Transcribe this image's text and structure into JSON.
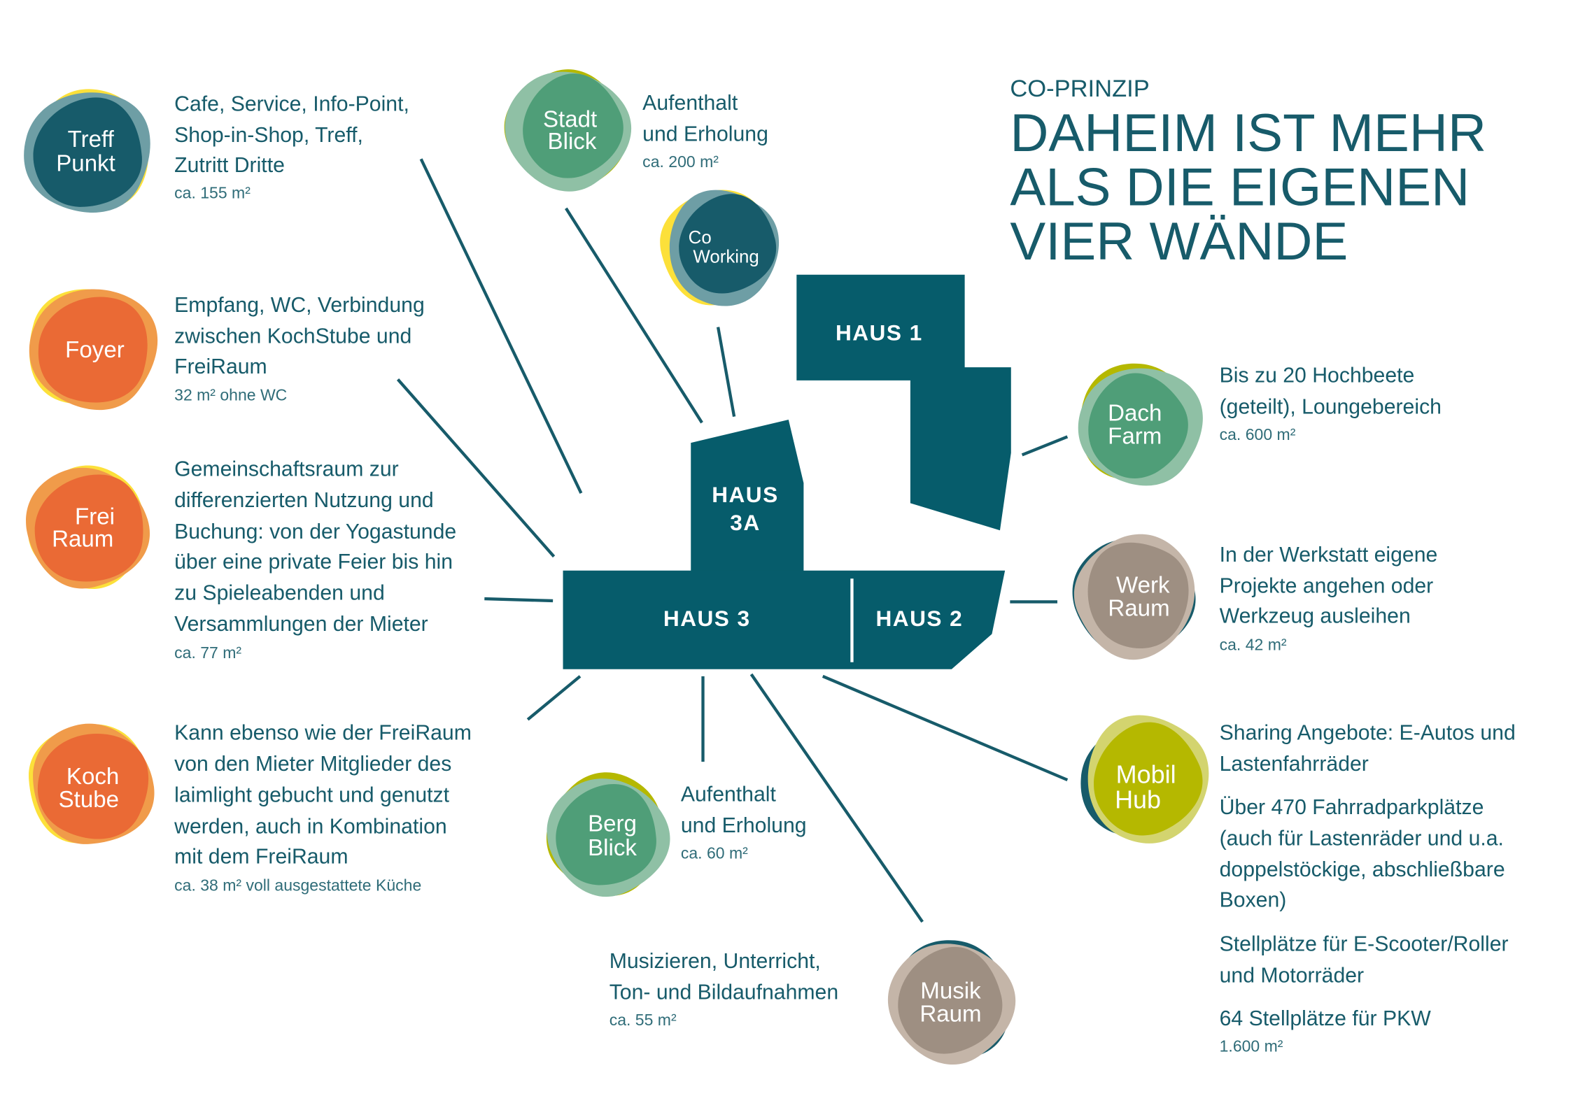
{
  "header": {
    "kicker": "CO-PRINZIP",
    "title_lines": [
      "DAHEIM IST MEHR",
      "ALS DIE EIGENEN",
      "VIER WÄNDE"
    ]
  },
  "colors": {
    "text": "#175b6a",
    "dark_teal": "#175b6a",
    "grey_teal": "#6e9ea5",
    "yellow": "#fce03a",
    "orange": "#ea6a35",
    "light_orange": "#f09b4a",
    "olive": "#b5b800",
    "light_olive": "#d3d46f",
    "green": "#4f9e78",
    "light_green": "#8fc0a5",
    "taupe": "#9e8f82",
    "light_taupe": "#c4b5a8"
  },
  "buildings": {
    "haus1": "HAUS 1",
    "haus3a": [
      "HAUS",
      "3A"
    ],
    "haus3": "HAUS 3",
    "haus2": "HAUS 2"
  },
  "bubbles": {
    "treffpunkt": {
      "label": [
        "Treff",
        "Punkt"
      ],
      "desc": [
        "Cafe, Service, Info-Point,",
        "Shop-in-Shop, Treff,",
        "Zutritt Dritte"
      ],
      "area": "ca. 155 m²"
    },
    "foyer": {
      "label": [
        "Foyer"
      ],
      "desc": [
        "Empfang, WC, Verbindung",
        "zwischen KochStube und",
        "FreiRaum"
      ],
      "area": "32 m² ohne WC"
    },
    "freiraum": {
      "label": [
        "Frei",
        "Raum"
      ],
      "desc": [
        "Gemeinschaftsraum zur",
        "differenzierten Nutzung und",
        "Buchung: von der Yogastunde",
        "über eine private Feier bis hin",
        "zu Spieleabenden und",
        "Versammlungen der Mieter"
      ],
      "area": "ca. 77 m²"
    },
    "kochstube": {
      "label": [
        "Koch",
        "Stube"
      ],
      "desc": [
        "Kann ebenso wie der FreiRaum",
        "von den Mieter Mitglieder des",
        "laimlight gebucht und genutzt",
        "werden, auch in Kombination",
        "mit dem FreiRaum"
      ],
      "area": "ca. 38 m² voll ausgestattete Küche"
    },
    "stadtblick": {
      "label": [
        "Stadt",
        "Blick"
      ],
      "desc": [
        "Aufenthalt",
        "und Erholung"
      ],
      "area": "ca. 200 m²"
    },
    "coworking": {
      "label": [
        "Co",
        "Working"
      ]
    },
    "dachfarm": {
      "label": [
        "Dach",
        "Farm"
      ],
      "desc": [
        "Bis zu 20 Hochbeete",
        "(geteilt), Loungebereich"
      ],
      "area": "ca. 600 m²"
    },
    "werkraum": {
      "label": [
        "Werk",
        "Raum"
      ],
      "desc": [
        "In der Werkstatt eigene",
        "Projekte angehen oder",
        "Werkzeug ausleihen"
      ],
      "area": "ca. 42 m²"
    },
    "mobilhub": {
      "label": [
        "Mobil",
        "Hub"
      ],
      "desc": [
        "Sharing Angebote: E-Autos und",
        "Lastenfahrräder",
        "Über 470 Fahrradparkplätze",
        "(auch für Lastenräder und u.a.",
        "doppelstöckige, abschließbare",
        "Boxen)",
        "Stellplätze für E-Scooter/Roller",
        "und Motorräder",
        "64 Stellplätze für PKW"
      ],
      "area": "1.600 m²"
    },
    "bergblick": {
      "label": [
        "Berg",
        "Blick"
      ],
      "desc": [
        "Aufenthalt",
        "und Erholung"
      ],
      "area": "ca. 60 m²"
    },
    "musikraum": {
      "label": [
        "Musik",
        "Raum"
      ],
      "desc": [
        "Musizieren, Unterricht,",
        "Ton- und Bildaufnahmen"
      ],
      "area": "ca. 55 m²"
    }
  }
}
